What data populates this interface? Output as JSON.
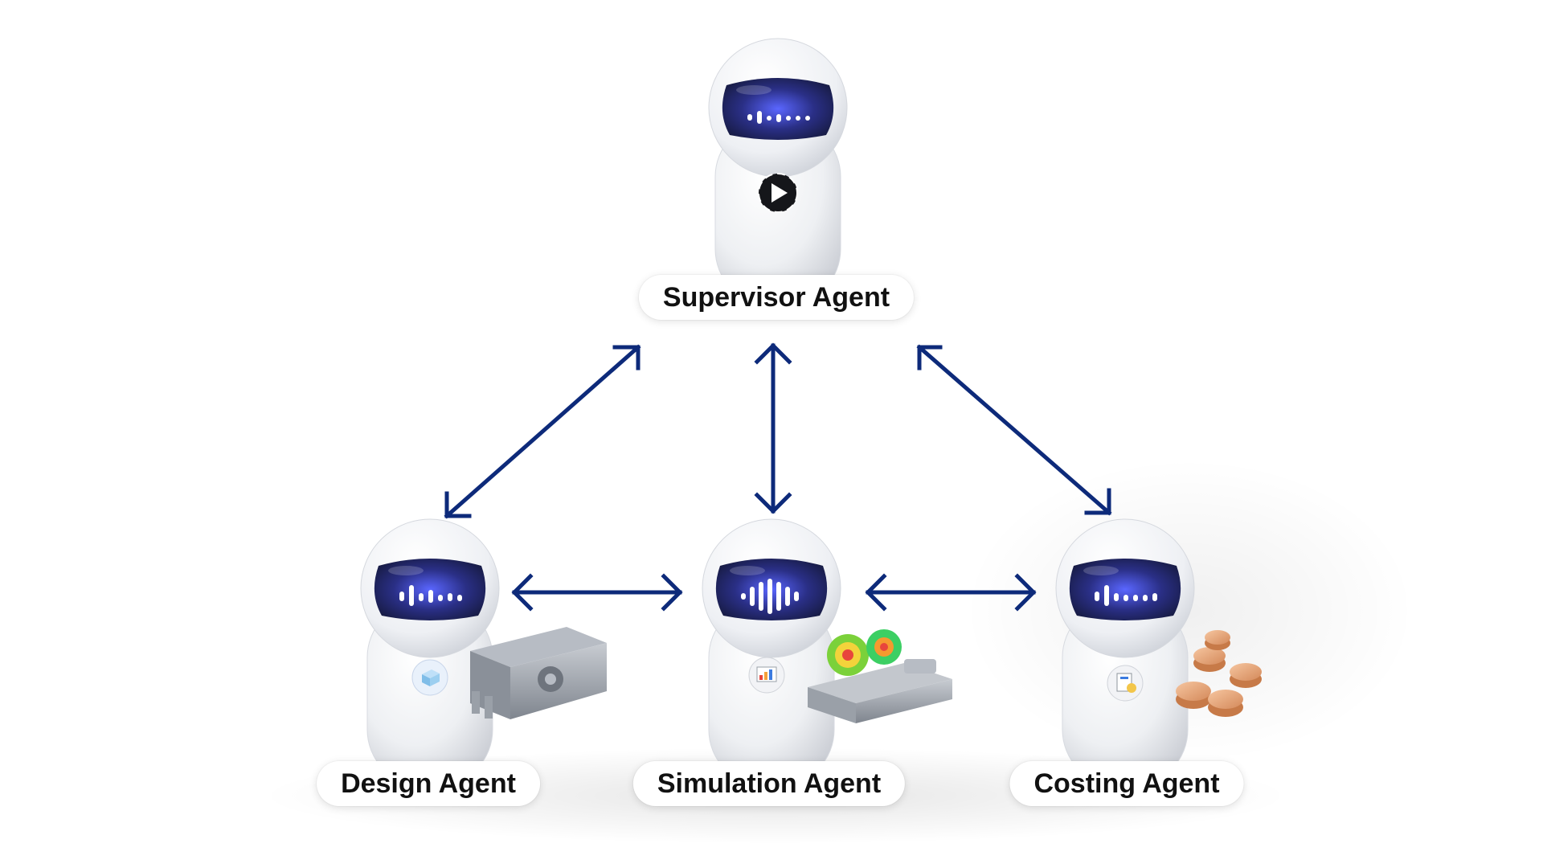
{
  "agents": {
    "supervisor": {
      "label": "Supervisor Agent",
      "icon": "network-logo-icon"
    },
    "design": {
      "label": "Design Agent",
      "icon": "cad-cube-icon",
      "prop": "gearbox-model-icon"
    },
    "simulation": {
      "label": "Simulation Agent",
      "icon": "simulation-chart-icon",
      "prop": "gear-simulation-model-icon"
    },
    "costing": {
      "label": "Costing Agent",
      "icon": "cost-sheet-icon",
      "prop": "copper-coins-icon"
    }
  },
  "connections": [
    {
      "from": "supervisor",
      "to": "design",
      "direction": "bidirectional"
    },
    {
      "from": "supervisor",
      "to": "simulation",
      "direction": "bidirectional"
    },
    {
      "from": "supervisor",
      "to": "costing",
      "direction": "bidirectional"
    },
    {
      "from": "design",
      "to": "simulation",
      "direction": "bidirectional"
    },
    {
      "from": "simulation",
      "to": "costing",
      "direction": "bidirectional"
    }
  ],
  "colors": {
    "arrow": "#0d2a7a",
    "visor": "#1a1f4a",
    "visor_glow": "#4a55e0",
    "robot_body": "#f4f5f7"
  }
}
